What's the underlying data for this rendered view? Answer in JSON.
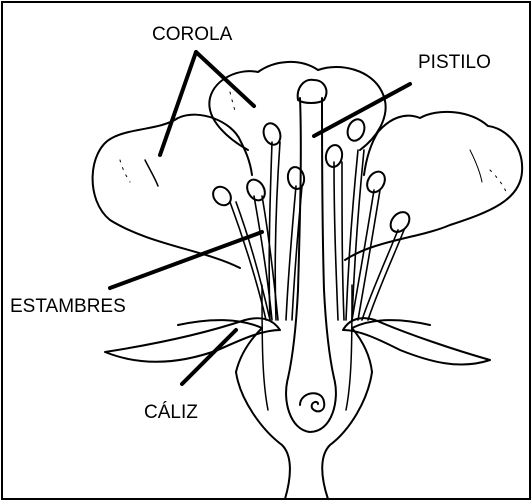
{
  "labels": {
    "corola": "COROLA",
    "pistilo": "PISTILO",
    "estambres": "ESTAMBRES",
    "caliz": "CÁLIZ"
  },
  "colors": {
    "line": "#000000",
    "background": "#ffffff"
  }
}
